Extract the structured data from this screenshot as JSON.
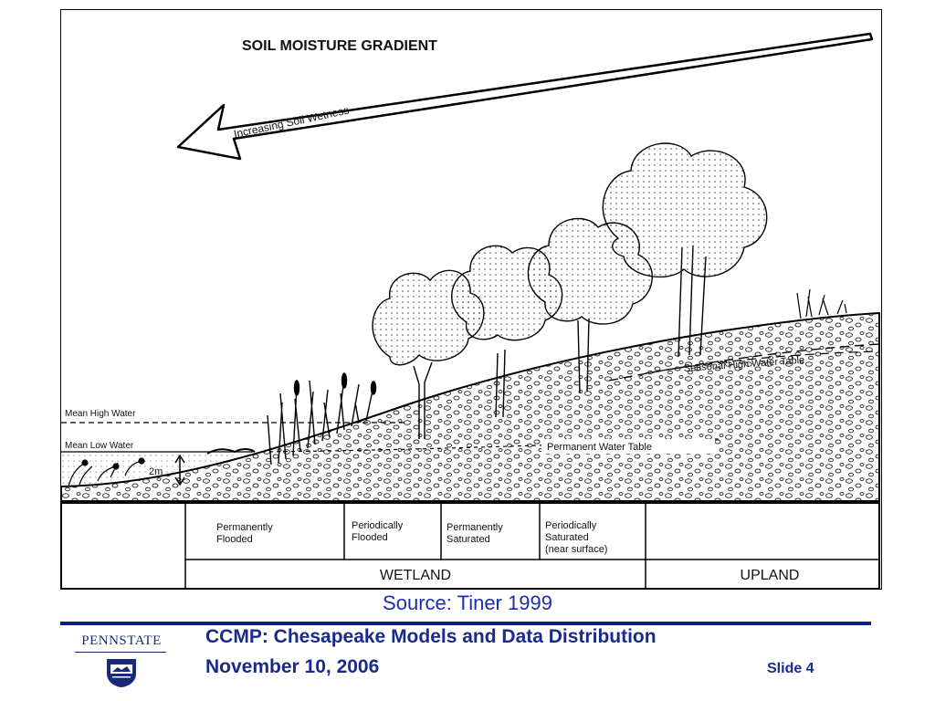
{
  "figure": {
    "title": "SOIL MOISTURE  GRADIENT",
    "arrow_label": "Increasing Soil Wetness",
    "labels": {
      "mean_high_water": "Mean High Water",
      "mean_low_water": "Mean Low Water",
      "depth": "2m",
      "seasonal_high_water_table": "Seasonal High Water Table",
      "permanent_water_table": "Permanent Water Table"
    },
    "zones": [
      {
        "line1": "Permanently",
        "line2": "Flooded",
        "line3": ""
      },
      {
        "line1": "Periodically",
        "line2": "Flooded",
        "line3": ""
      },
      {
        "line1": "Permanently",
        "line2": "Saturated",
        "line3": ""
      },
      {
        "line1": "Periodically",
        "line2": "Saturated",
        "line3": "(near surface)"
      }
    ],
    "categories": {
      "wetland": "WETLAND",
      "upland": "UPLAND"
    }
  },
  "source": "Source:  Tiner 1999",
  "footer": {
    "logo_text": "PENNSTATE",
    "title": "CCMP: Chesapeake Models and Data Distribution",
    "date": "November 10, 2006",
    "slide": "Slide 4"
  },
  "colors": {
    "accent": "#0f1c8a",
    "source_text": "#1c2ea8"
  }
}
